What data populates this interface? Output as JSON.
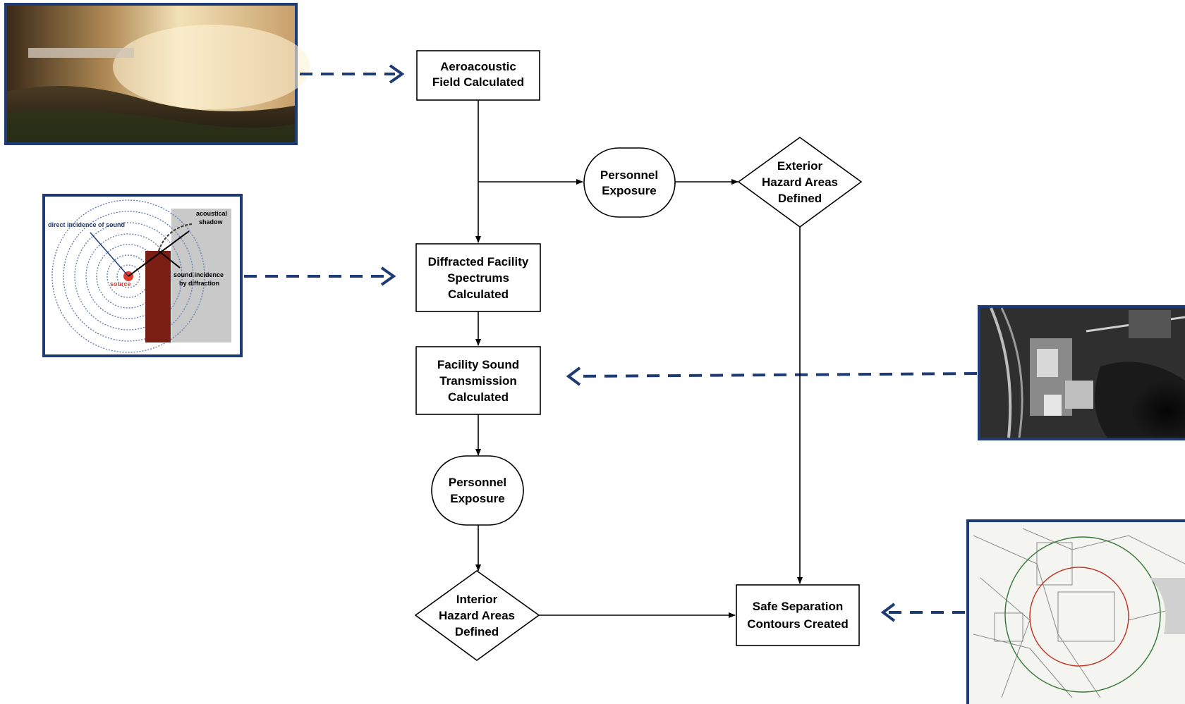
{
  "nodes": {
    "aeroacoustic": [
      "Aeroacoustic",
      "Field Calculated"
    ],
    "personnel_top": [
      "Personnel",
      "Exposure"
    ],
    "exterior": [
      "Exterior",
      "Hazard Areas",
      "Defined"
    ],
    "diffracted": [
      "Diffracted Facility",
      "Spectrums",
      "Calculated"
    ],
    "transmission": [
      "Facility Sound",
      "Transmission",
      "Calculated"
    ],
    "personnel_bottom": [
      "Personnel",
      "Exposure"
    ],
    "interior": [
      "Interior",
      "Hazard Areas",
      "Defined"
    ],
    "safe": [
      "Safe Separation",
      "Contours Created"
    ]
  },
  "diffraction_image": {
    "direct": "direct incidence of sound",
    "shadow": [
      "acoustical",
      "shadow"
    ],
    "incidence": [
      "sound incidence",
      "by diffraction"
    ],
    "source": "source"
  },
  "images": {
    "rocket": "rocket-plume-photo",
    "diffraction": "diffraction-diagram",
    "aerial": "aerial-facility-photo",
    "map": "facility-contour-map"
  },
  "colors": {
    "frame": "#1f3b75",
    "dashed_arrow": "#1f3b75",
    "box_stroke": "#000000"
  }
}
